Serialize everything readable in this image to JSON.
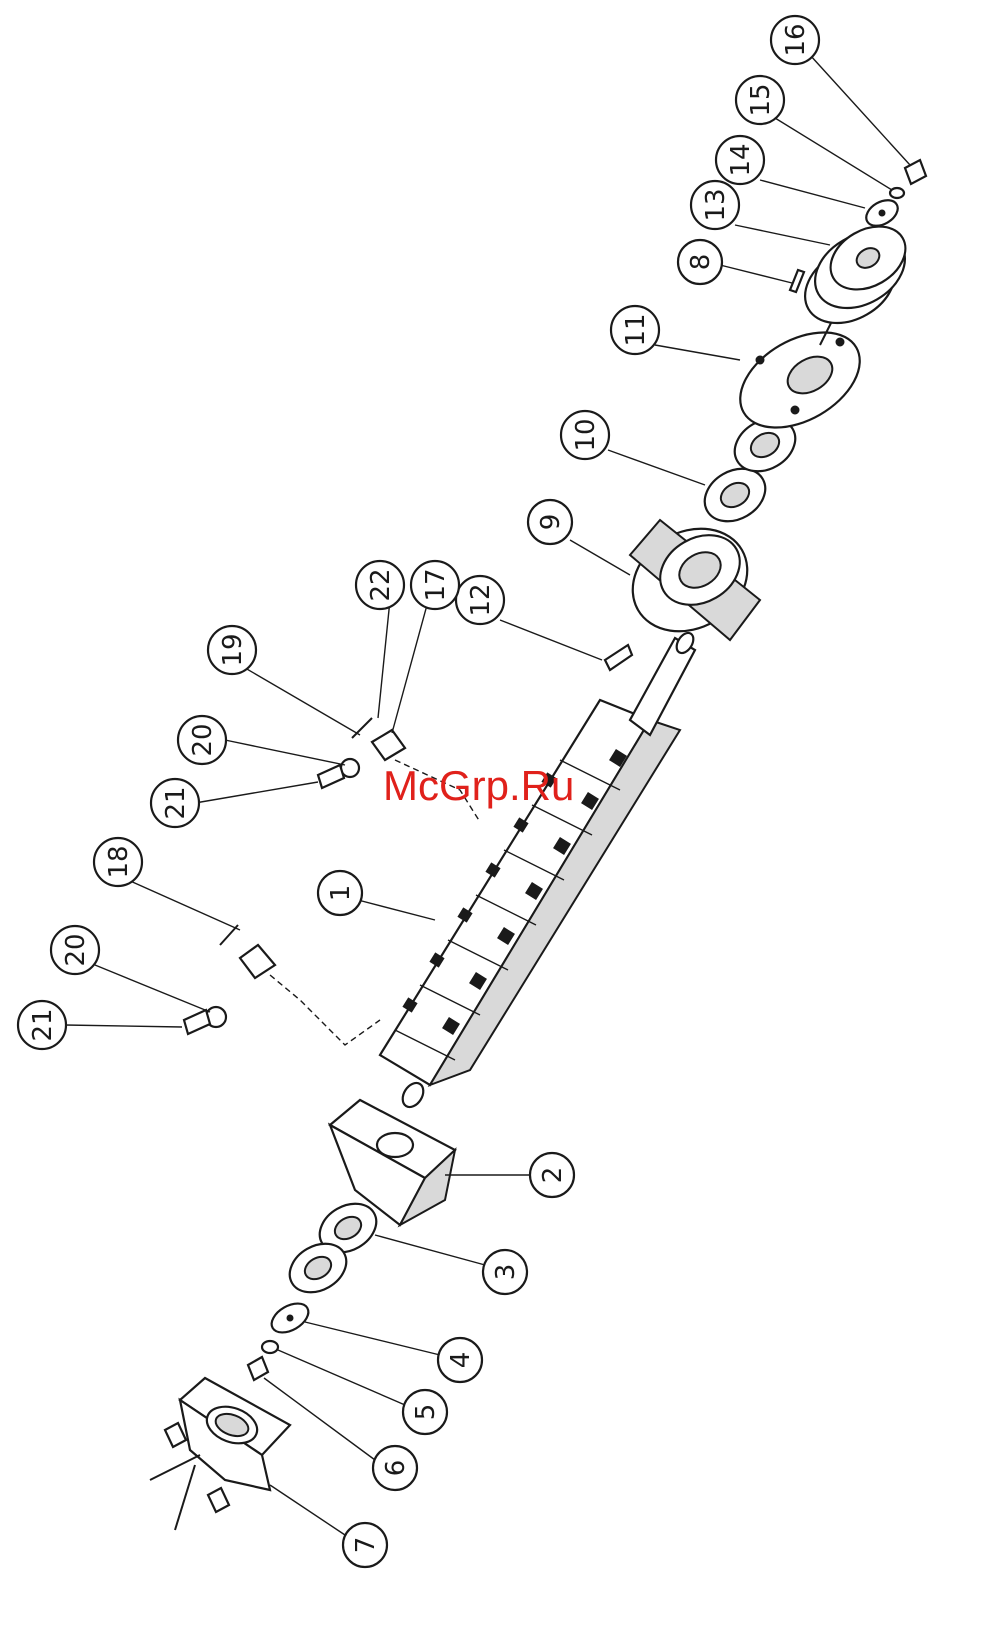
{
  "watermark": "McGrp.Ru",
  "callouts": [
    {
      "id": "c1",
      "label": "1"
    },
    {
      "id": "c2",
      "label": "2"
    },
    {
      "id": "c3",
      "label": "3"
    },
    {
      "id": "c4",
      "label": "4"
    },
    {
      "id": "c5",
      "label": "5"
    },
    {
      "id": "c6",
      "label": "6"
    },
    {
      "id": "c7",
      "label": "7"
    },
    {
      "id": "c8",
      "label": "8"
    },
    {
      "id": "c9",
      "label": "9"
    },
    {
      "id": "c10",
      "label": "10"
    },
    {
      "id": "c11",
      "label": "11"
    },
    {
      "id": "c12",
      "label": "12"
    },
    {
      "id": "c13",
      "label": "13"
    },
    {
      "id": "c14",
      "label": "14"
    },
    {
      "id": "c15",
      "label": "15"
    },
    {
      "id": "c16",
      "label": "16"
    },
    {
      "id": "c17",
      "label": "17"
    },
    {
      "id": "c18",
      "label": "18"
    },
    {
      "id": "c19",
      "label": "19"
    },
    {
      "id": "c20a",
      "label": "20"
    },
    {
      "id": "c20b",
      "label": "20"
    },
    {
      "id": "c21a",
      "label": "21"
    },
    {
      "id": "c21b",
      "label": "21"
    },
    {
      "id": "c22",
      "label": "22"
    }
  ]
}
